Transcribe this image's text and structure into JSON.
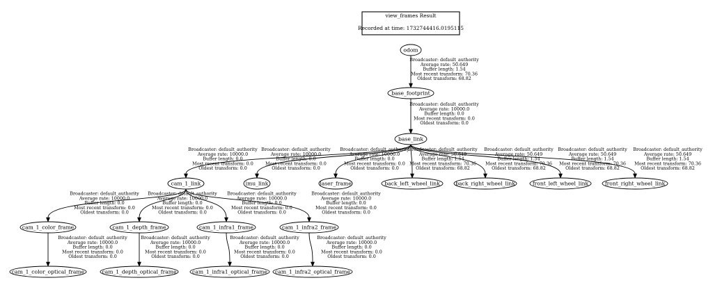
{
  "header": {
    "title": "view_frames Result",
    "recorded": "Recorded at time: 1732744416.0195115"
  },
  "nodes": [
    {
      "id": "odom",
      "label": "odom"
    },
    {
      "id": "base_footprint",
      "label": "base_footprint"
    },
    {
      "id": "base_link",
      "label": "base_link"
    },
    {
      "id": "cam_1_link",
      "label": "cam_1_link"
    },
    {
      "id": "imu_link",
      "label": "imu_link"
    },
    {
      "id": "laser_frame",
      "label": "laser_frame"
    },
    {
      "id": "back_left_wheel_link",
      "label": "back_left_wheel_link"
    },
    {
      "id": "back_right_wheel_link",
      "label": "back_right_wheel_link"
    },
    {
      "id": "front_left_wheel_link",
      "label": "front_left_wheel_link"
    },
    {
      "id": "front_right_wheel_link",
      "label": "front_right_wheel_link"
    },
    {
      "id": "cam_1_color_frame",
      "label": "cam_1_color_frame"
    },
    {
      "id": "cam_1_depth_frame",
      "label": "cam_1_depth_frame"
    },
    {
      "id": "cam_1_infra1_frame",
      "label": "cam_1_infra1_frame"
    },
    {
      "id": "cam_1_infra2_frame",
      "label": "cam_1_infra2_frame"
    },
    {
      "id": "cam_1_color_optical_frame",
      "label": "cam_1_color_optical_frame"
    },
    {
      "id": "cam_1_depth_optical_frame",
      "label": "cam_1_depth_optical_frame"
    },
    {
      "id": "cam_1_infra1_optical_frame",
      "label": "cam_1_infra1_optical_frame"
    },
    {
      "id": "cam_1_infra2_optical_frame",
      "label": "cam_1_infra2_optical_frame"
    }
  ],
  "edges": [
    {
      "from": "odom",
      "to": "base_footprint",
      "lines": [
        "Broadcaster: default_authority",
        "Average rate: 50.649",
        "Buffer length: 1.54",
        "Most recent transform: 70.36",
        "Oldest transform: 68.82"
      ]
    },
    {
      "from": "base_footprint",
      "to": "base_link",
      "lines": [
        "Broadcaster: default_authority",
        "Average rate: 10000.0",
        "Buffer length: 0.0",
        "Most recent transform: 0.0",
        "Oldest transform: 0.0"
      ]
    },
    {
      "from": "base_link",
      "to": "cam_1_link",
      "lines": [
        "Broadcaster: default_authority",
        "Average rate: 10000.0",
        "Buffer length: 0.0",
        "Most recent transform: 0.0",
        "Oldest transform: 0.0"
      ]
    },
    {
      "from": "base_link",
      "to": "imu_link",
      "lines": [
        "Broadcaster: default_authority",
        "Average rate: 10000.0",
        "Buffer length: 0.0",
        "Most recent transform: 0.0",
        "Oldest transform: 0.0"
      ]
    },
    {
      "from": "base_link",
      "to": "laser_frame",
      "lines": [
        "Broadcaster: default_authority",
        "Average rate: 10000.0",
        "Buffer length: 0.0",
        "Most recent transform: 0.0",
        "Oldest transform: 0.0"
      ]
    },
    {
      "from": "base_link",
      "to": "back_left_wheel_link",
      "lines": [
        "Broadcaster: default_authority",
        "Average rate: 50.649",
        "Buffer length: 1.54",
        "Most recent transform: 70.36",
        "Oldest transform: 68.82"
      ]
    },
    {
      "from": "base_link",
      "to": "back_right_wheel_link",
      "lines": [
        "Broadcaster: default_authority",
        "Average rate: 50.649",
        "Buffer length: 1.54",
        "Most recent transform: 70.36",
        "Oldest transform: 68.82"
      ]
    },
    {
      "from": "base_link",
      "to": "front_left_wheel_link",
      "lines": [
        "Broadcaster: default_authority",
        "Average rate: 50.649",
        "Buffer length: 1.54",
        "Most recent transform: 70.36",
        "Oldest transform: 68.82"
      ]
    },
    {
      "from": "base_link",
      "to": "front_right_wheel_link",
      "lines": [
        "Broadcaster: default_authority",
        "Average rate: 50.649",
        "Buffer length: 1.54",
        "Most recent transform: 70.36",
        "Oldest transform: 68.82"
      ]
    },
    {
      "from": "cam_1_link",
      "to": "cam_1_color_frame",
      "lines": [
        "Broadcaster: default_authority",
        "Average rate: 10000.0",
        "Buffer length: 0.0",
        "Most recent transform: 0.0",
        "Oldest transform: 0.0"
      ]
    },
    {
      "from": "cam_1_link",
      "to": "cam_1_depth_frame",
      "lines": [
        "Broadcaster: default_authority",
        "Average rate: 10000.0",
        "Buffer length: 0.0",
        "Most recent transform: 0.0",
        "Oldest transform: 0.0"
      ]
    },
    {
      "from": "cam_1_link",
      "to": "cam_1_infra1_frame",
      "lines": [
        "Broadcaster: default_authority",
        "Average rate: 10000.0",
        "Buffer length: 0.0",
        "Most recent transform: 0.0",
        "Oldest transform: 0.0"
      ]
    },
    {
      "from": "cam_1_link",
      "to": "cam_1_infra2_frame",
      "lines": [
        "Broadcaster: default_authority",
        "Average rate: 10000.0",
        "Buffer length: 0.0",
        "Most recent transform: 0.0",
        "Oldest transform: 0.0"
      ]
    },
    {
      "from": "cam_1_color_frame",
      "to": "cam_1_color_optical_frame",
      "lines": [
        "Broadcaster: default_authority",
        "Average rate: 10000.0",
        "Buffer length: 0.0",
        "Most recent transform: 0.0",
        "Oldest transform: 0.0"
      ]
    },
    {
      "from": "cam_1_depth_frame",
      "to": "cam_1_depth_optical_frame",
      "lines": [
        "Broadcaster: default_authority",
        "Average rate: 10000.0",
        "Buffer length: 0.0",
        "Most recent transform: 0.0",
        "Oldest transform: 0.0"
      ]
    },
    {
      "from": "cam_1_infra1_frame",
      "to": "cam_1_infra1_optical_frame",
      "lines": [
        "Broadcaster: default_authority",
        "Average rate: 10000.0",
        "Buffer length: 0.0",
        "Most recent transform: 0.0",
        "Oldest transform: 0.0"
      ]
    },
    {
      "from": "cam_1_infra2_frame",
      "to": "cam_1_infra2_optical_frame",
      "lines": [
        "Broadcaster: default_authority",
        "Average rate: 10000.0",
        "Buffer length: 0.0",
        "Most recent transform: 0.0",
        "Oldest transform: 0.0"
      ]
    }
  ]
}
